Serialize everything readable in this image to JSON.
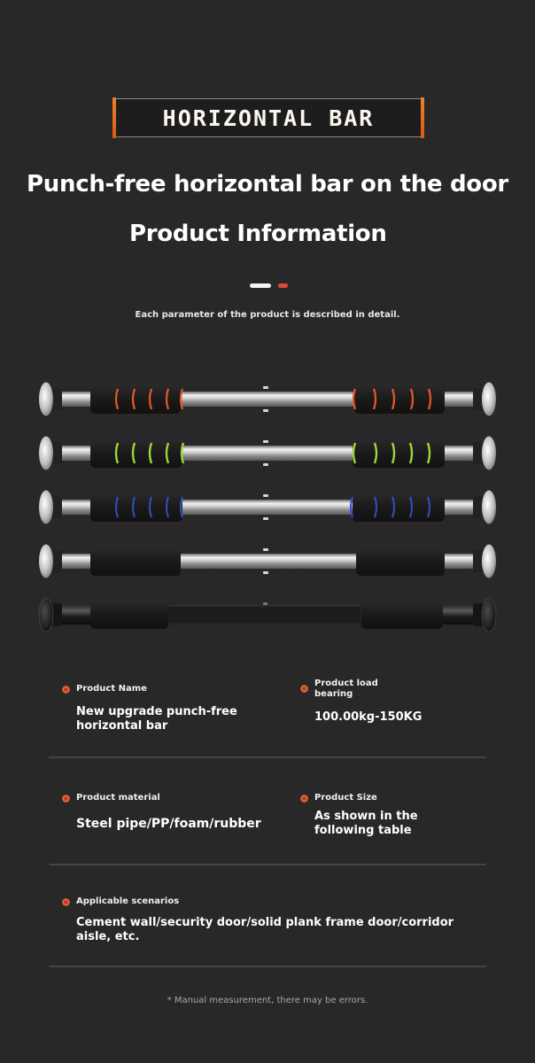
{
  "banner": {
    "text": "HORIZONTAL BAR",
    "accent_color": "#e8702a"
  },
  "headline": "Punch-free horizontal bar on the door",
  "section_title": "Product Information",
  "pager": {
    "active_color": "#f4f4f4",
    "inactive_color": "#e0483a"
  },
  "subtitle": "Each parameter of the product is described in detail.",
  "products": [
    {
      "variant": "orange-stripe foam grips, chrome",
      "stripe_color": "#e2572a"
    },
    {
      "variant": "green-stripe foam grips, chrome",
      "stripe_color": "#9ad836"
    },
    {
      "variant": "blue-stripe foam grips, chrome",
      "stripe_color": "#2e4ec8"
    },
    {
      "variant": "plain black foam grips, chrome",
      "stripe_color": null
    },
    {
      "variant": "plain black foam grips, black",
      "stripe_color": null
    }
  ],
  "specs": {
    "product_name": {
      "label": "Product Name",
      "value_line1": "New upgrade punch-free",
      "value_line2": "horizontal bar"
    },
    "load_bearing": {
      "label_line1": "Product load",
      "label_line2": "bearing",
      "value": "100.00kg-150KG"
    },
    "material": {
      "label": "Product material",
      "value": "Steel pipe/PP/foam/rubber"
    },
    "size": {
      "label": "Product Size",
      "value_line1": "As shown in the",
      "value_line2": "following table"
    },
    "scenarios": {
      "label": "Applicable scenarios",
      "value_line1": "Cement wall/security door/solid plank frame door/corridor",
      "value_line2": "aisle, etc."
    }
  },
  "footnote": "* Manual measurement, there may be errors."
}
